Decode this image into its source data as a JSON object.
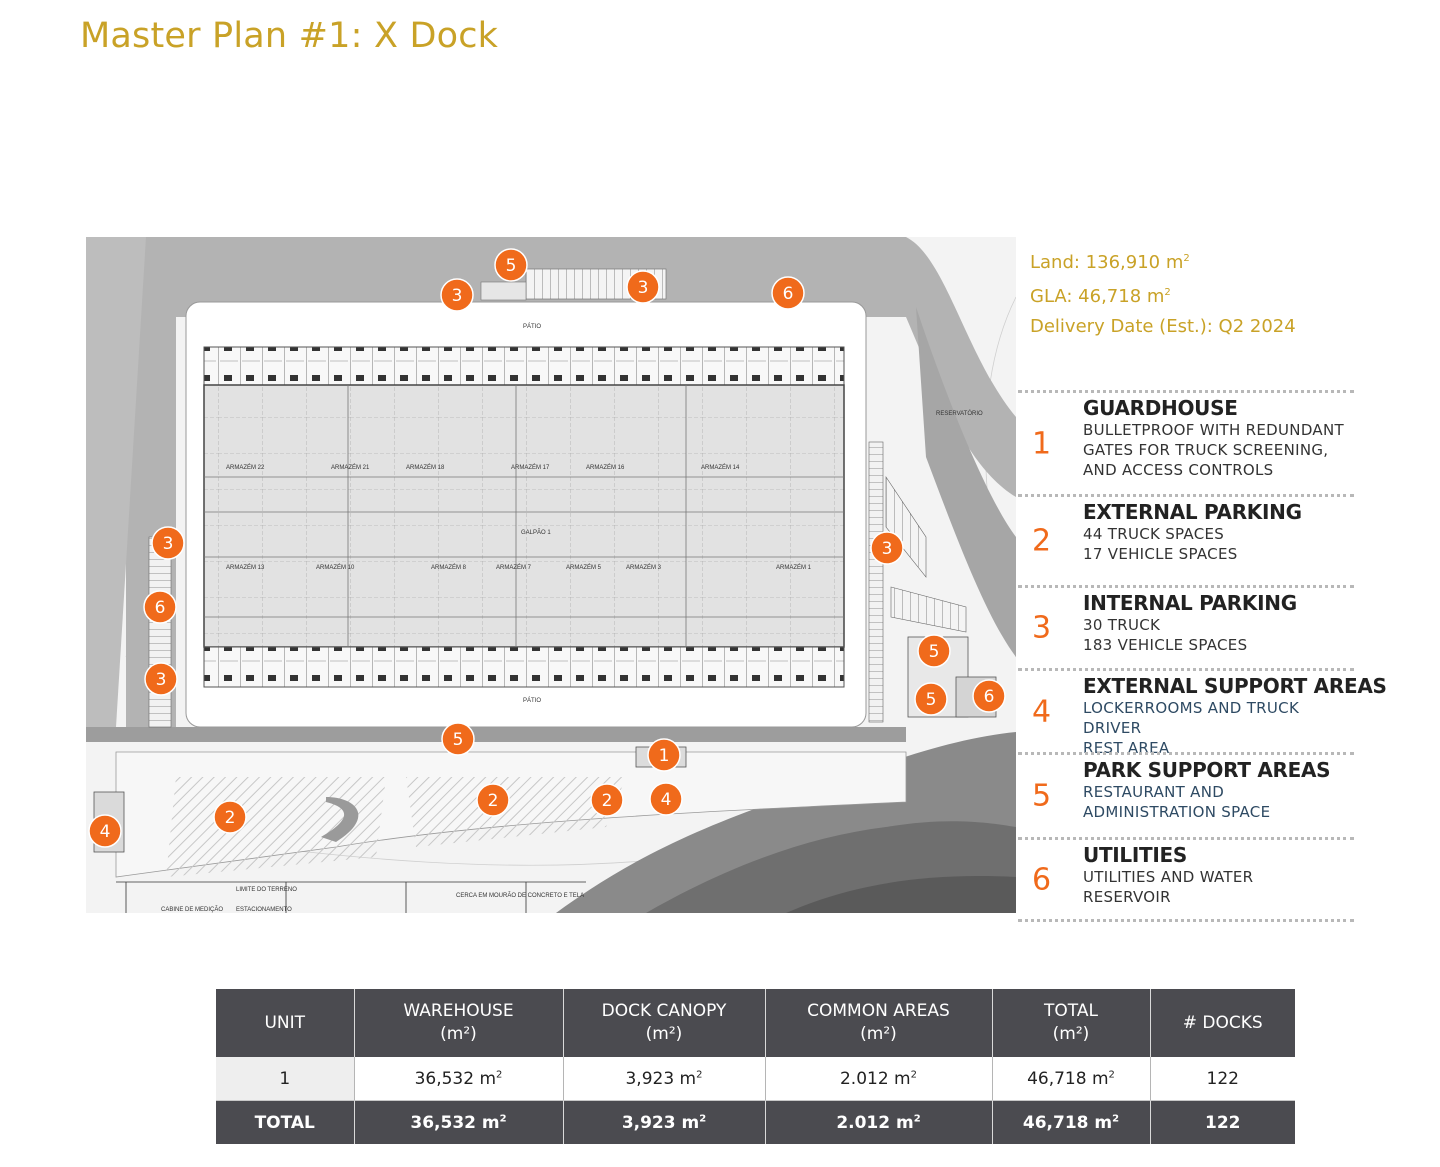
{
  "page": {
    "title": "Master Plan #1: X Dock"
  },
  "stats": [
    {
      "label": "Land: 136,910 m",
      "sup": "2"
    },
    {
      "label": "GLA: 46,718 m",
      "sup": "2"
    },
    {
      "label": "Delivery Date (Est.): Q2 2024",
      "sup": ""
    }
  ],
  "legend": [
    {
      "num": "1",
      "title": "GUARDHOUSE",
      "desc": "BULLETPROOF WITH REDUNDANT\nGATES FOR TRUCK SCREENING,\nAND ACCESS CONTROLS"
    },
    {
      "num": "2",
      "title": "EXTERNAL PARKING",
      "desc": "44 TRUCK SPACES\n17 VEHICLE SPACES"
    },
    {
      "num": "3",
      "title": "INTERNAL PARKING",
      "desc": "30 TRUCK\n183 VEHICLE SPACES"
    },
    {
      "num": "4",
      "title": "EXTERNAL SUPPORT AREAS",
      "desc": "LOCKERROOMS AND TRUCK DRIVER\nREST AREA"
    },
    {
      "num": "5",
      "title": "PARK SUPPORT AREAS",
      "desc": "RESTAURANT AND\nADMINISTRATION SPACE"
    },
    {
      "num": "6",
      "title": "UTILITIES",
      "desc": "UTILITIES AND WATER\nRESERVOIR"
    }
  ],
  "plan": {
    "labels": {
      "patio_top": "PÁTIO",
      "patio_bottom": "PÁTIO",
      "galpao": "GALPÃO 1",
      "reservatorio": "RESERVATÓRIO",
      "limite_terreno": "LIMITE DO TERRENO",
      "estacionamento": "ESTACIONAMENTO",
      "cabine": "CABINE DE MEDIÇÃO",
      "cerca": "CERCA EM MOURÃO DE CONCRETO E TELA",
      "armazem": "ARMAZÉM"
    },
    "markers": [
      "5",
      "3",
      "3",
      "6",
      "3",
      "6",
      "3",
      "3",
      "5",
      "5",
      "6",
      "5",
      "1",
      "4",
      "2",
      "2",
      "2",
      "4"
    ]
  },
  "table": {
    "headers": [
      {
        "line1": "UNIT",
        "line2": ""
      },
      {
        "line1": "WAREHOUSE",
        "line2": "(m²)"
      },
      {
        "line1": "DOCK CANOPY",
        "line2": "(m²)"
      },
      {
        "line1": "COMMON AREAS",
        "line2": "(m²)"
      },
      {
        "line1": "TOTAL",
        "line2": "(m²)"
      },
      {
        "line1": "# DOCKS",
        "line2": ""
      }
    ],
    "rows": [
      {
        "unit": "1",
        "warehouse": "36,532 m",
        "dock_canopy": "3,923 m",
        "common_areas": "2.012 m",
        "total": "46,718 m",
        "docks": "122"
      },
      {
        "unit": "TOTAL",
        "warehouse": "36,532 m",
        "dock_canopy": "3,923 m",
        "common_areas": "2.012 m",
        "total": "46,718 m",
        "docks": "122"
      }
    ],
    "unit_sup": "2"
  },
  "colors": {
    "title": "#c9a227",
    "accent": "#f06a1b",
    "table_header": "#4b4b50",
    "legend_blue": "#2e4a63"
  }
}
